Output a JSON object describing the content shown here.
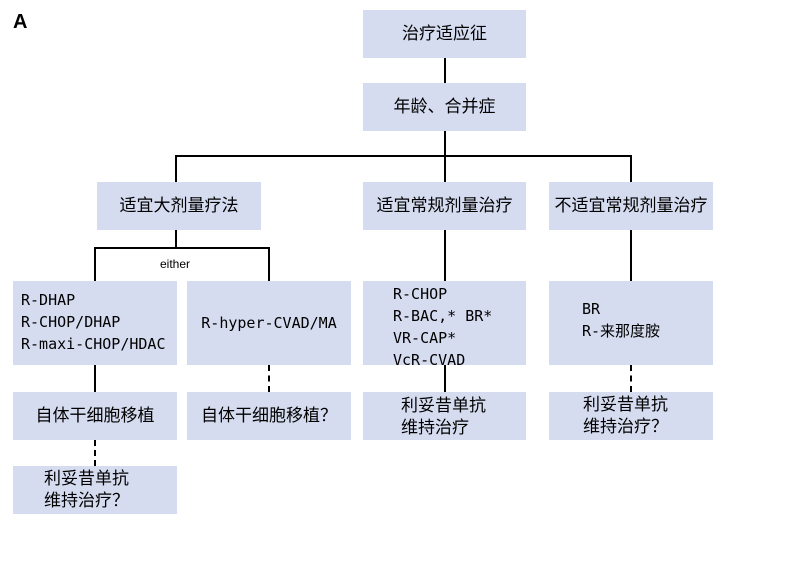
{
  "panel_label": "A",
  "either_label": "either",
  "top": {
    "indication": "治疗适应征",
    "age_comorbidity": "年龄、合并症"
  },
  "branches": {
    "high_dose": {
      "title": "适宜大剂量疗法",
      "left_regimens": [
        "R-DHAP",
        "R-CHOP/DHAP",
        "R-maxi-CHOP/HDAC"
      ],
      "right_regimen": "R-hyper-CVAD/MA",
      "left_transplant": "自体干细胞移植",
      "right_transplant": "自体干细胞移植？",
      "left_maintenance": [
        "利妥昔单抗",
        "维持治疗？"
      ]
    },
    "standard_dose": {
      "title": "适宜常规剂量治疗",
      "regimens": [
        "R-CHOP",
        "R-BAC,* BR*",
        "VR-CAP*",
        "VcR-CVAD"
      ],
      "maintenance": [
        "利妥昔单抗",
        "维持治疗"
      ]
    },
    "not_standard_dose": {
      "title": "不适宜常规剂量治疗",
      "regimens": [
        "BR",
        "R-来那度胺"
      ],
      "maintenance": [
        "利妥昔单抗",
        "维持治疗？"
      ]
    }
  }
}
